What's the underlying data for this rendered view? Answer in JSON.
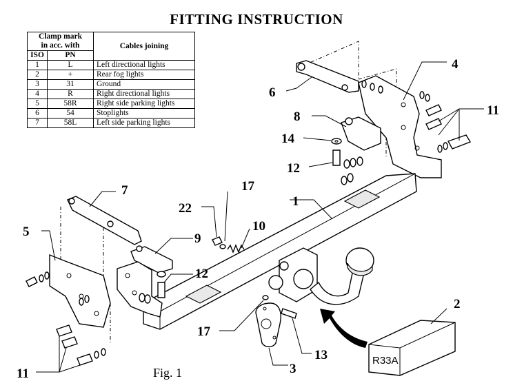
{
  "title": "FITTING INSTRUCTION",
  "table": {
    "header_clamp": [
      "Clamp mark",
      "in acc. with"
    ],
    "header_iso": "ISO",
    "header_pn": "PN",
    "header_cables": "Cables joining",
    "rows": [
      {
        "iso": "1",
        "pn": "L",
        "desc": "Left directional lights"
      },
      {
        "iso": "2",
        "pn": "+",
        "desc": "Rear fog lights"
      },
      {
        "iso": "3",
        "pn": "31",
        "desc": "Ground"
      },
      {
        "iso": "4",
        "pn": "R",
        "desc": "Right directional lights"
      },
      {
        "iso": "5",
        "pn": "58R",
        "desc": "Right side parking lights"
      },
      {
        "iso": "6",
        "pn": "54",
        "desc": "Stoplights"
      },
      {
        "iso": "7",
        "pn": "58L",
        "desc": "Left side parking lights"
      }
    ]
  },
  "callouts": {
    "c1": "1",
    "c2": "2",
    "c3": "3",
    "c4": "4",
    "c5": "5",
    "c6": "6",
    "c7": "7",
    "c8": "8",
    "c9": "9",
    "c10": "10",
    "c11a": "11",
    "c11b": "11",
    "c12a": "12",
    "c12b": "12",
    "c13": "13",
    "c14": "14",
    "c17a": "17",
    "c17b": "17",
    "c22": "22"
  },
  "box_label": "R33A",
  "figure_label": "Fig. 1"
}
